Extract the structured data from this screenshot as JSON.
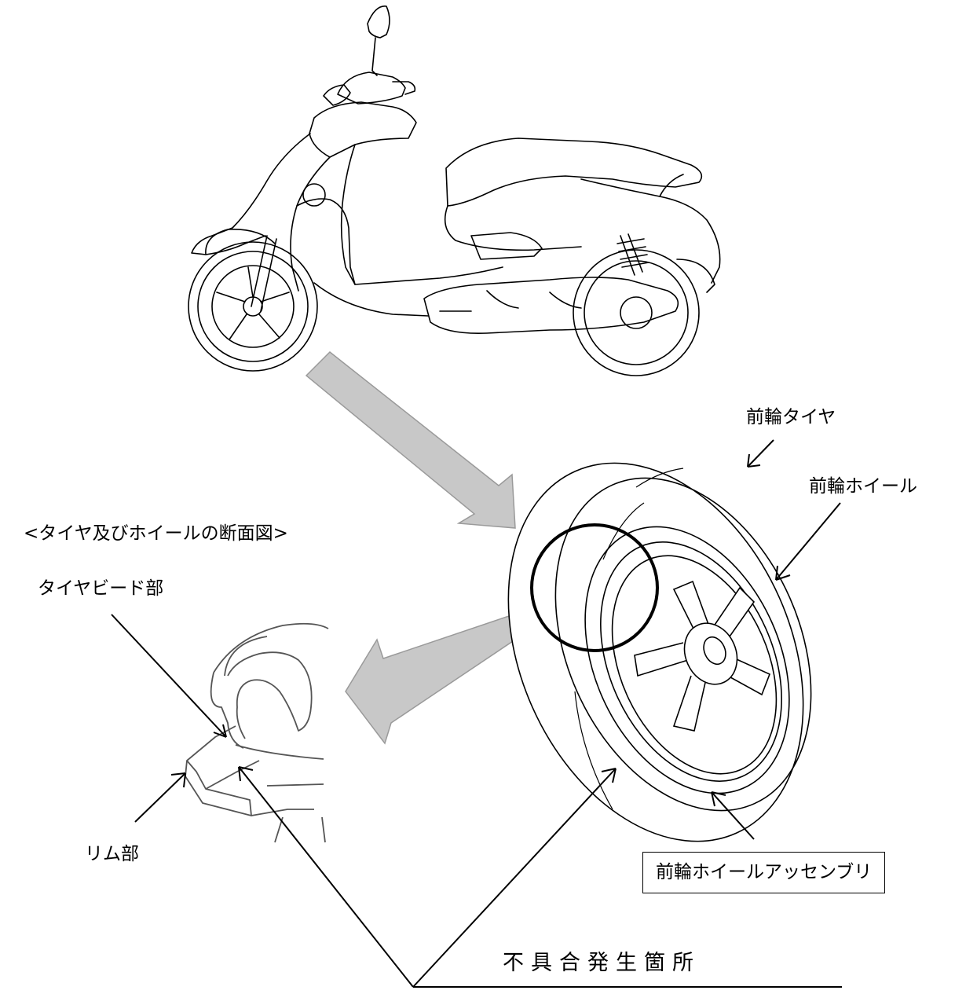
{
  "labels": {
    "front_tire": "前輪タイヤ",
    "front_wheel": "前輪ホイール",
    "section_title": "<タイヤ及びホイールの断面図>",
    "tire_bead": "タイヤビード部",
    "rim": "リム部",
    "wheel_assembly": "前輪ホイールアッセンブリ",
    "defect_location": "不具合発生箇所"
  }
}
